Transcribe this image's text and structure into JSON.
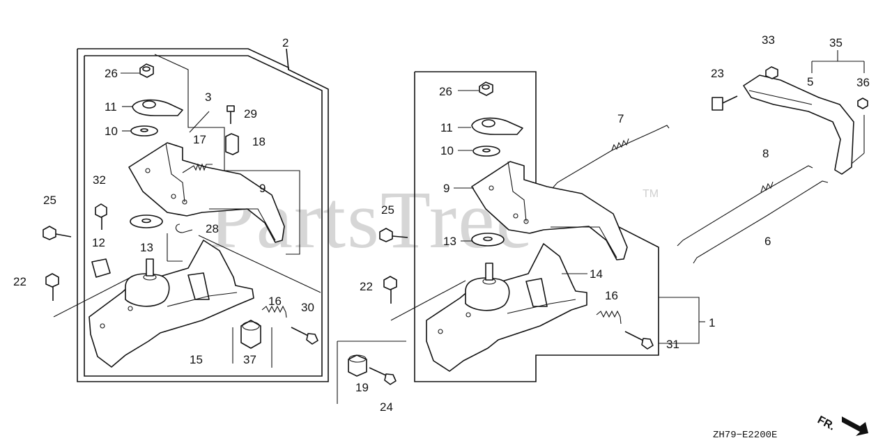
{
  "watermark": {
    "text": "PartsTree",
    "trademark": "TM"
  },
  "diagram_code": "ZH79−E2200E",
  "direction_label": "FR.",
  "callouts": {
    "c1": "1",
    "c2": "2",
    "c3": "3",
    "c5": "5",
    "c6": "6",
    "c7": "7",
    "c8": "8",
    "c9a": "9",
    "c9b": "9",
    "c10a": "10",
    "c10b": "10",
    "c11a": "11",
    "c11b": "11",
    "c12": "12",
    "c13a": "13",
    "c13b": "13",
    "c14": "14",
    "c15": "15",
    "c16a": "16",
    "c16b": "16",
    "c17": "17",
    "c18": "18",
    "c19": "19",
    "c22a": "22",
    "c22b": "22",
    "c23": "23",
    "c24": "24",
    "c25a": "25",
    "c25b": "25",
    "c26a": "26",
    "c26b": "26",
    "c28": "28",
    "c29": "29",
    "c30": "30",
    "c31": "31",
    "c32": "32",
    "c33": "33",
    "c35": "35",
    "c36": "36",
    "c37": "37"
  }
}
